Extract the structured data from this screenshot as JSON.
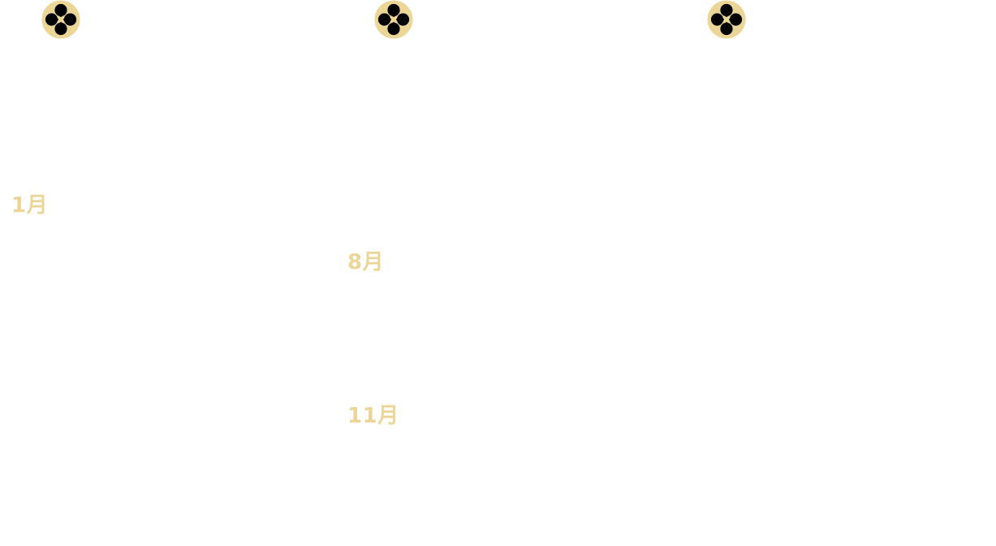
{
  "colors": {
    "accent": "#ecd697",
    "crest_fill": "#ecd697",
    "crest_mark": "#000000",
    "background": "#ffffff"
  },
  "crests": [
    {
      "icon": "four-flower-crest-icon"
    },
    {
      "icon": "four-flower-crest-icon"
    },
    {
      "icon": "four-flower-crest-icon"
    }
  ],
  "months": [
    {
      "label": "1月"
    },
    {
      "label": "8月"
    },
    {
      "label": "11月"
    }
  ]
}
